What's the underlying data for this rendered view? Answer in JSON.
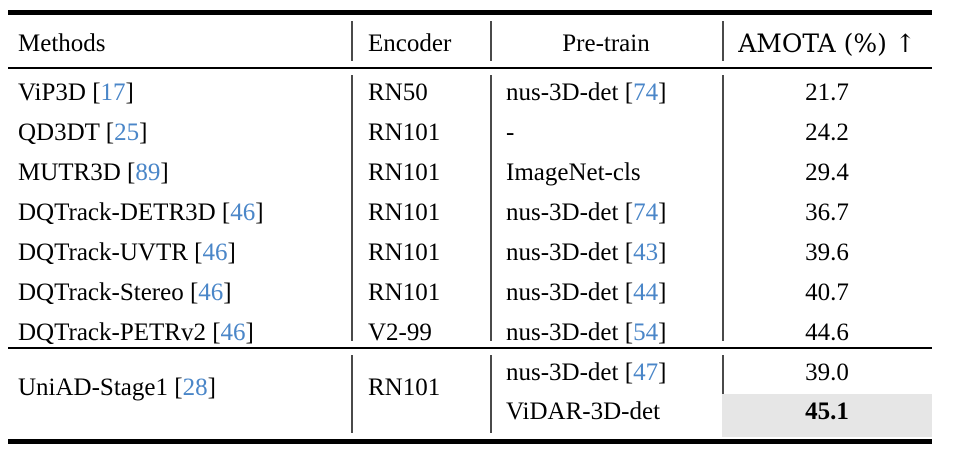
{
  "table": {
    "caption_columns": [
      "Methods",
      "Encoder",
      "Pre-train",
      "AMOTA (%) ↑"
    ],
    "headers": {
      "methods": "Methods",
      "encoder": "Encoder",
      "pretrain": "Pre-train",
      "amota": "AMOTA (%) ↑"
    },
    "accent_citation_color": "#4a86c8",
    "highlight_color": "#e6e6e6",
    "rows": [
      {
        "method": "ViP3D",
        "method_ref": "17",
        "encoder": "RN50",
        "pretrain": "nus-3D-det",
        "pretrain_ref": "74",
        "amota": "21.7",
        "highlight": false,
        "bold": false
      },
      {
        "method": "QD3DT",
        "method_ref": "25",
        "encoder": "RN101",
        "pretrain": "-",
        "pretrain_ref": "",
        "amota": "24.2",
        "highlight": false,
        "bold": false
      },
      {
        "method": "MUTR3D",
        "method_ref": "89",
        "encoder": "RN101",
        "pretrain": "ImageNet-cls",
        "pretrain_ref": "",
        "amota": "29.4",
        "highlight": false,
        "bold": false
      },
      {
        "method": "DQTrack-DETR3D",
        "method_ref": "46",
        "encoder": "RN101",
        "pretrain": "nus-3D-det",
        "pretrain_ref": "74",
        "amota": "36.7",
        "highlight": false,
        "bold": false
      },
      {
        "method": "DQTrack-UVTR",
        "method_ref": "46",
        "encoder": "RN101",
        "pretrain": "nus-3D-det",
        "pretrain_ref": "43",
        "amota": "39.6",
        "highlight": false,
        "bold": false
      },
      {
        "method": "DQTrack-Stereo",
        "method_ref": "46",
        "encoder": "RN101",
        "pretrain": "nus-3D-det",
        "pretrain_ref": "44",
        "amota": "40.7",
        "highlight": false,
        "bold": false
      },
      {
        "method": "DQTrack-PETRv2",
        "method_ref": "46",
        "encoder": "V2-99",
        "pretrain": "nus-3D-det",
        "pretrain_ref": "54",
        "amota": "44.6",
        "highlight": false,
        "bold": false
      }
    ],
    "footer_group": {
      "method": "UniAD-Stage1",
      "method_ref": "28",
      "encoder": "RN101",
      "subrows": [
        {
          "pretrain": "nus-3D-det",
          "pretrain_ref": "47",
          "amota": "39.0",
          "highlight": false,
          "bold": false
        },
        {
          "pretrain": "ViDAR-3D-det",
          "pretrain_ref": "",
          "amota": "45.1",
          "highlight": true,
          "bold": true
        }
      ]
    }
  }
}
